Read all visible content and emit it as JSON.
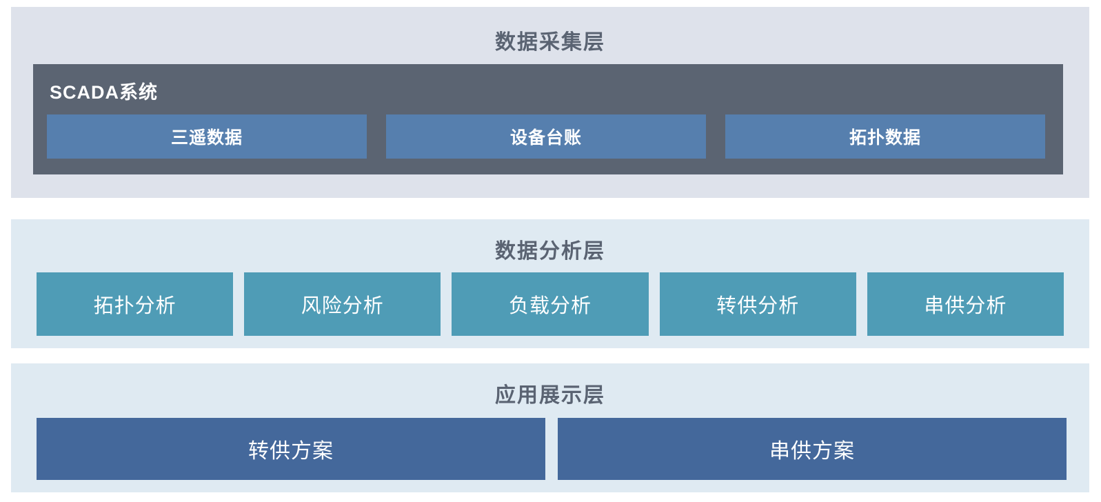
{
  "diagram": {
    "layers": [
      {
        "title": "数据采集层",
        "group": {
          "label": "SCADA系统",
          "items": [
            {
              "label": "三遥数据"
            },
            {
              "label": "设备台账"
            },
            {
              "label": "拓扑数据"
            }
          ]
        }
      },
      {
        "title": "数据分析层",
        "items": [
          {
            "label": "拓扑分析"
          },
          {
            "label": "风险分析"
          },
          {
            "label": "负载分析"
          },
          {
            "label": "转供分析"
          },
          {
            "label": "串供分析"
          }
        ]
      },
      {
        "title": "应用展示层",
        "items": [
          {
            "label": "转供方案"
          },
          {
            "label": "串供方案"
          }
        ]
      }
    ]
  },
  "colors": {
    "layer1-bg": "#dee2eb",
    "layer23-bg": "#dfeaf2",
    "scada-bg": "#5b6472",
    "blue": "#567fae",
    "teal": "#4f9cb6",
    "navy": "#44689b",
    "title": "#5a6372",
    "block-text": "#ffffff",
    "page-bg": "#ffffff"
  }
}
